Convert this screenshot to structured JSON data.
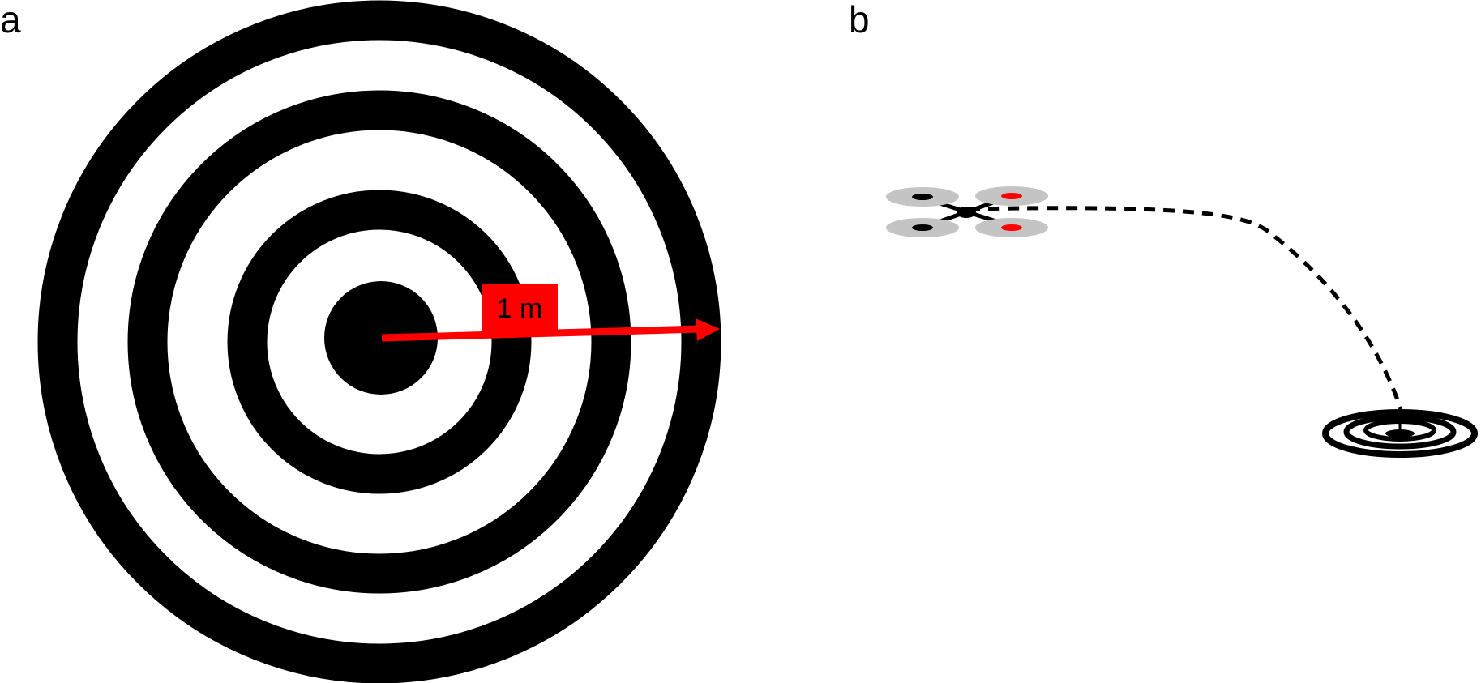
{
  "panels": {
    "a": {
      "label": "a"
    },
    "b": {
      "label": "b"
    }
  },
  "scale_bar": {
    "text": "1 m"
  },
  "colors": {
    "ring": "#000000",
    "background": "#ffffff",
    "scale_arrow": "#ff0000",
    "scale_box": "#ff0000",
    "rotor_disk": "#c4c4c4",
    "rotor_hub_front": "#ff0000",
    "rotor_hub_back": "#000000",
    "flight_path": "#000000"
  },
  "target": {
    "rings": 4,
    "has_center_dot": true
  },
  "drone": {
    "rotors": 4,
    "icon": "quadcopter-icon"
  },
  "flight_path": {
    "style": "dashed",
    "from": "drone",
    "to": "landing-target"
  }
}
